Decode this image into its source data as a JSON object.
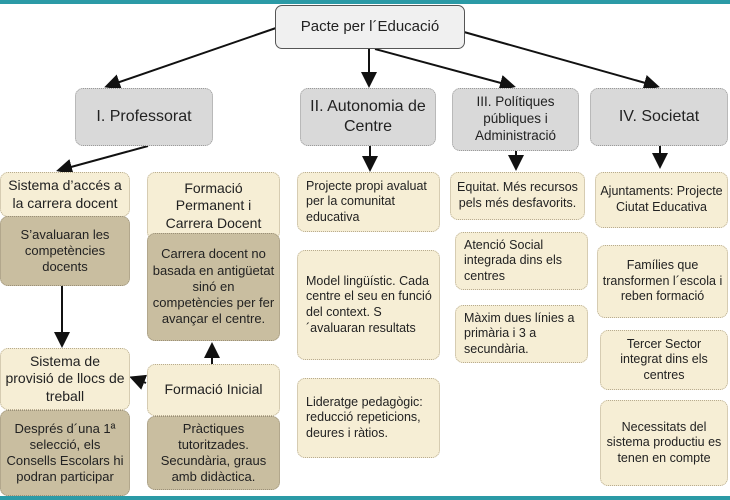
{
  "root": "Pacte per l´Educació",
  "categories": [
    "I. Professorat",
    "II. Autonomia de Centre",
    "III. Polítiques públiques i Administració",
    "IV. Societat"
  ],
  "professorat": {
    "acces": "Sistema d’accés a la carrera docent",
    "acces_detail": "S’avaluaran les competències docents",
    "permanent": "Formació Permanent i Carrera Docent",
    "permanent_detail": "Carrera docent no basada en antigüetat sinó en competències per fer avançar el centre.",
    "provisio": "Sistema de provisió de llocs de treball",
    "provisio_detail": "Després d´una 1ª selecció, els Consells Escolars hi podran participar",
    "inicial": "Formació Inicial",
    "inicial_detail": "Pràctiques tutoritzades. Secundària, graus amb didàctica."
  },
  "autonomia": [
    "Projecte propi avaluat per la comunitat educativa",
    "Model lingüístic. Cada centre el seu en funció del context. S´avaluaran resultats",
    "Lideratge pedagògic: reducció repeticions, deures i ràtios."
  ],
  "politiques": [
    "Equitat. Més recursos pels més desfavorits.",
    "Atenció Social integrada dins els centres",
    "Màxim dues línies a primària i 3 a secundària."
  ],
  "societat": [
    "Ajuntaments: Projecte Ciutat Educativa",
    "Famílies que transformen l´escola i reben formació",
    "Tercer Sector integrat dins els centres",
    "Necessitats del sistema productiu es tenen en compte"
  ]
}
